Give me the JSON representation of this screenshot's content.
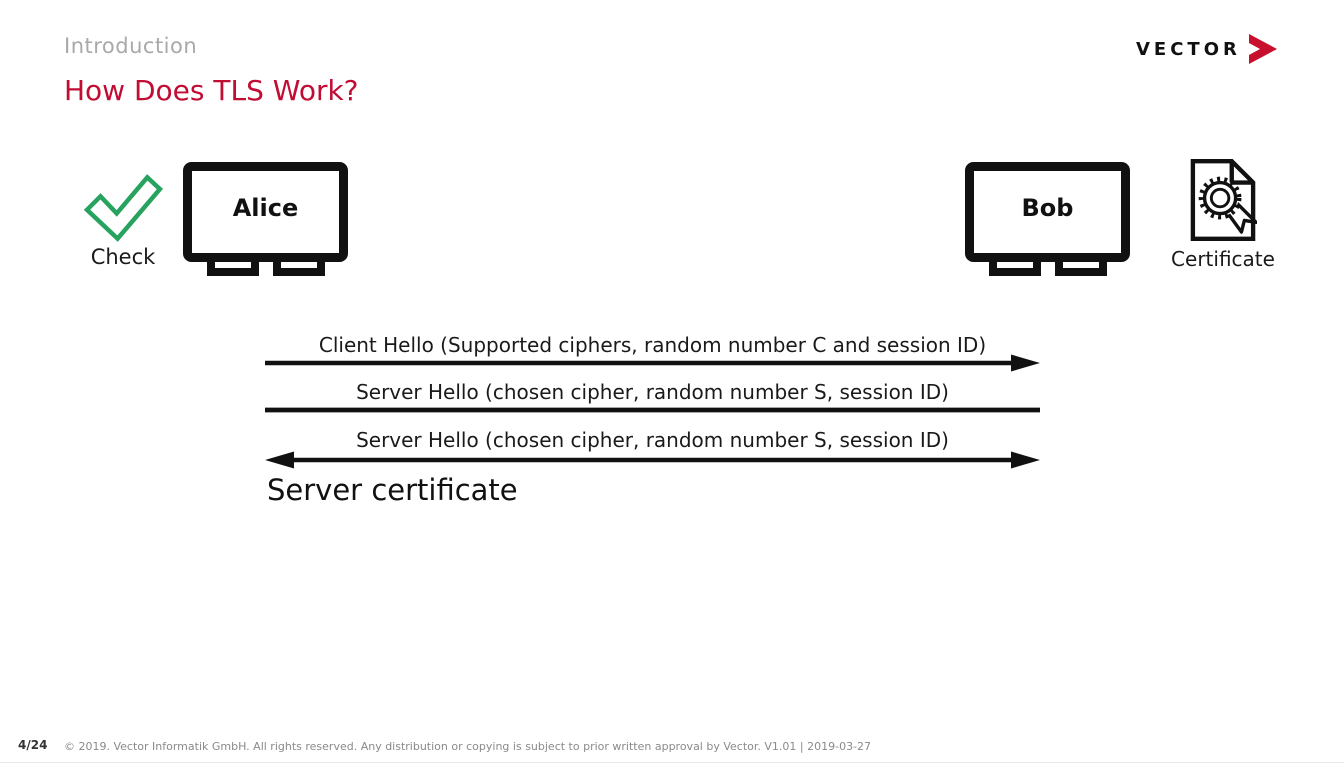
{
  "header": {
    "section": "Introduction",
    "title": "How Does TLS Work?",
    "logo_text": "VECTOR"
  },
  "diagram": {
    "check_label": "Check",
    "client_label": "Alice",
    "server_label": "Bob",
    "certificate_label": "Certificate",
    "messages": [
      {
        "label": "Client Hello (Supported ciphers, random number C and session ID)",
        "direction": "right"
      },
      {
        "label": "Server Hello (chosen cipher, random number S, session ID)",
        "direction": "none"
      },
      {
        "label": "Server Hello (chosen cipher, random number S, session ID)",
        "direction": "both"
      }
    ],
    "note": "Server certificate"
  },
  "footer": {
    "page": "4/24",
    "copyright": "© 2019. Vector Informatik GmbH. All rights reserved. Any distribution or copying is subject to prior written approval by Vector. V1.01 | 2019-03-27"
  },
  "colors": {
    "accent_red": "#c10c33",
    "check_green": "#27a35f",
    "ink": "#1a1a1a",
    "section_gray": "#a9a9a9",
    "footer_gray": "#8a8a8a"
  }
}
